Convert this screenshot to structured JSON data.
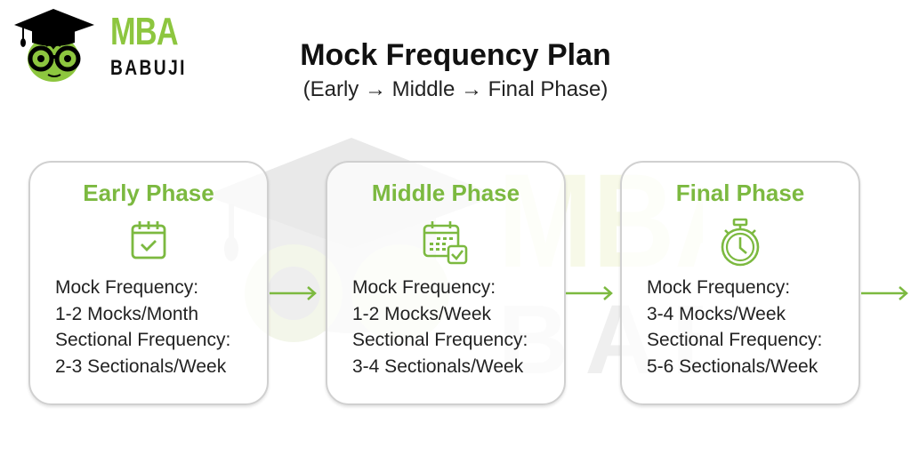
{
  "brand": {
    "line1": "MBA",
    "line2": "BABUJI",
    "accent_color": "#8dc63f"
  },
  "header": {
    "title": "Mock Frequency Plan",
    "subtitle": "(Early → Middle → Final Phase)"
  },
  "phases": [
    {
      "title": "Early Phase",
      "icon": "calendar-check-icon",
      "mock_label": "Mock Frequency:",
      "mock_value": "1-2 Mocks/Month",
      "sectional_label": "Sectional Frequency:",
      "sectional_value": "2-3 Sectionals/Week"
    },
    {
      "title": "Middle Phase",
      "icon": "calendar-grid-check-icon",
      "mock_label": "Mock Frequency:",
      "mock_value": "1-2 Mocks/Week",
      "sectional_label": "Sectional Frequency:",
      "sectional_value": "3-4 Sectionals/Week"
    },
    {
      "title": "Final Phase",
      "icon": "stopwatch-icon",
      "mock_label": "Mock Frequency:",
      "mock_value": "3-4 Mocks/Week",
      "sectional_label": "Sectional Frequency:",
      "sectional_value": "5-6 Sectionals/Week"
    }
  ],
  "colors": {
    "phase_title": "#7cb940",
    "arrow": "#7cb940",
    "card_border": "#d0d0d0",
    "text": "#222222"
  }
}
